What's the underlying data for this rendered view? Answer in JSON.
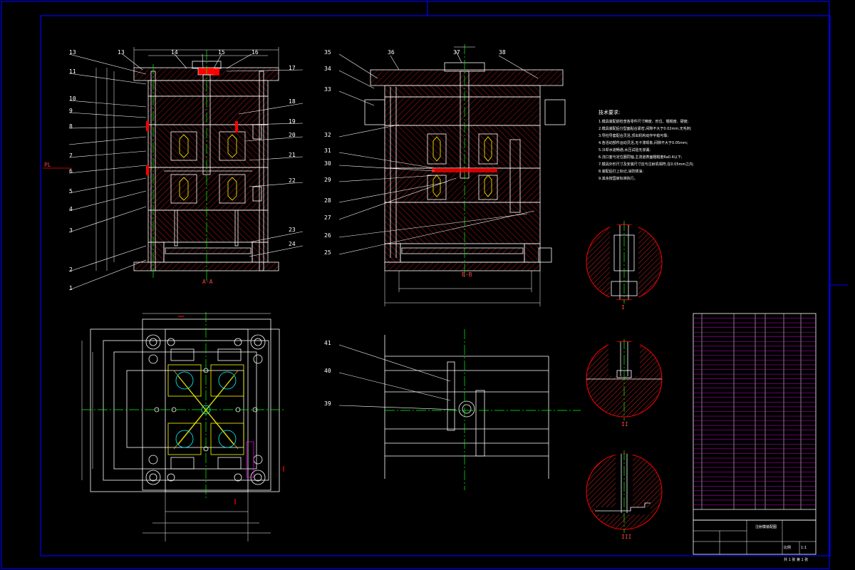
{
  "sheet": {
    "background": "#000000",
    "border_color": "#0000ff"
  },
  "colors": {
    "line": "#ffffff",
    "hatch": "#ff2020",
    "centerline": "#00ff00",
    "dimension": "#ffffff",
    "detail_circle": "#ff0000",
    "table_text": "#ff00ff",
    "accent_yellow": "#ffff00"
  },
  "view_labels": {
    "front_section": "A-A",
    "side_section": "B-B",
    "detail_1": "I",
    "detail_2": "II",
    "detail_3": "III"
  },
  "part_numbers_left": [
    "13",
    "11",
    "10",
    "9",
    "8",
    "7",
    "6",
    "5",
    "4",
    "3",
    "2",
    "1"
  ],
  "part_numbers_top": [
    "13",
    "14",
    "15",
    "16",
    "17"
  ],
  "part_numbers_right_front": [
    "17",
    "18",
    "19",
    "20",
    "21",
    "22",
    "23",
    "24"
  ],
  "part_numbers_side_left": [
    "35",
    "34",
    "33",
    "32",
    "31",
    "30",
    "29",
    "28",
    "27",
    "26",
    "25"
  ],
  "part_numbers_side_top": [
    "36",
    "37",
    "38"
  ],
  "part_numbers_small_view": [
    "41",
    "40",
    "39"
  ],
  "flow_label": "PL",
  "technical_requirements": {
    "title": "技术要求:",
    "lines": [
      "1.模具装配前检查各零件尺寸精度、形位、粗糙度、硬度;",
      "2.模具装配后分型面贴合紧密,间隙不大于0.02mm,无毛刺;",
      "3.导柱导套配合灵活,顶出机构动作平稳可靠;",
      "4.各活动部件运动灵活,无卡滞现象,间隙不大于0.05mm;",
      "5.冷却水道畅通,水压试验无渗漏;",
      "6.浇口套与定位圈同轴,主流道表面粗糙度Ra0.4以下;",
      "7.模具外形尺寸及安装尺寸应与注射机相符,在0.05mm之内;",
      "8.装配后打上标记,涂防锈油;",
      "9.其余按国家标准执行。"
    ]
  },
  "title_block": {
    "drawing_name": "注射模装配图",
    "scale_label": "比例",
    "scale": "1:1",
    "sheet": "共 1 张 第 1 张"
  }
}
